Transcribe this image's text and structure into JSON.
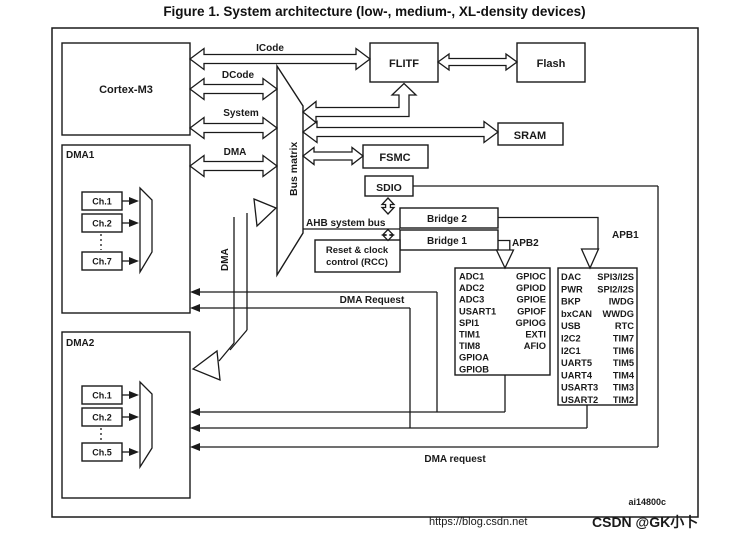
{
  "title": "Figure 1. System architecture (low-, medium-, XL-density devices)",
  "figure_code": "ai14800c",
  "watermark": {
    "url": "https://blog.csdn.net",
    "handle": "CSDN @GK小卜"
  },
  "colors": {
    "line": "#1a1a1a",
    "background": "#ffffff",
    "watermark_url": "#cccccc",
    "watermark_handle": "#a6a6a6"
  },
  "blocks": {
    "cortex": "Cortex-M3",
    "flitf": "FLITF",
    "flash": "Flash",
    "sram": "SRAM",
    "fsmc": "FSMC",
    "sdio": "SDIO",
    "bridge2": "Bridge 2",
    "bridge1": "Bridge 1",
    "rcc_line1": "Reset & clock",
    "rcc_line2": "control (RCC)",
    "bus_matrix": "Bus matrix",
    "dma1": "DMA1",
    "dma2": "DMA2"
  },
  "bus_labels": {
    "icode": "ICode",
    "dcode": "DCode",
    "system": "System",
    "dma_core": "DMA",
    "dma_vertical": "DMA",
    "ahb": "AHB system bus",
    "apb2": "APB2",
    "apb1": "APB1"
  },
  "request_labels": {
    "to_dma1": "DMA Request",
    "to_dma2": "DMA request"
  },
  "dma1_channels": [
    "Ch.1",
    "Ch.2",
    "Ch.7"
  ],
  "dma2_channels": [
    "Ch.1",
    "Ch.2",
    "Ch.5"
  ],
  "apb2_peripherals": {
    "left": [
      "ADC1",
      "ADC2",
      "ADC3",
      "USART1",
      "SPI1",
      "TIM1",
      "TIM8",
      "GPIOA",
      "GPIOB"
    ],
    "right": [
      "GPIOC",
      "GPIOD",
      "GPIOE",
      "GPIOF",
      "GPIOG",
      "EXTI",
      "AFIO"
    ]
  },
  "apb1_peripherals": {
    "left": [
      "DAC",
      "PWR",
      "BKP",
      "bxCAN",
      "USB",
      "I2C2",
      "I2C1",
      "UART5",
      "UART4",
      "USART3",
      "USART2"
    ],
    "right": [
      "SPI3/I2S",
      "SPI2/I2S",
      "IWDG",
      "WWDG",
      "RTC",
      "TIM7",
      "TIM6",
      "TIM5",
      "TIM4",
      "TIM3",
      "TIM2"
    ]
  }
}
